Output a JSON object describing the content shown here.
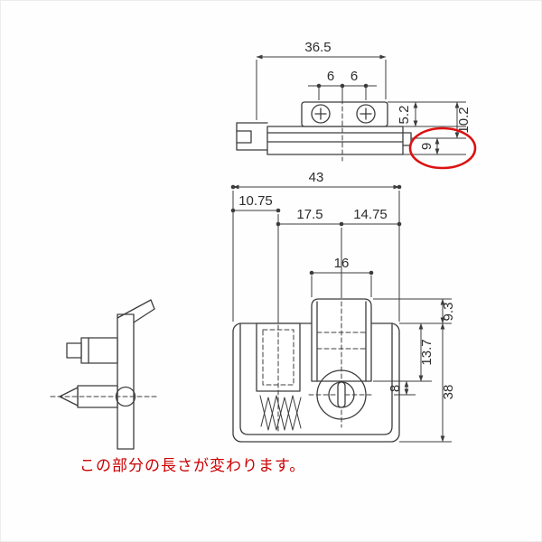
{
  "drawing": {
    "dims": {
      "top_width": "36.5",
      "post_left": "6",
      "post_right": "6",
      "side_a": "5.2",
      "side_b": "10.2",
      "side_c": "9",
      "body_width": "43",
      "offset_left": "10.75",
      "offset_mid": "17.5",
      "offset_right": "14.75",
      "latch_width": "16",
      "front_a": "9.3",
      "front_b": "13.7",
      "front_c": "8",
      "front_height": "38"
    },
    "note": {
      "text": "この部分の長さが変わります。",
      "color": "#cc0000"
    },
    "highlight": {
      "shape": "ellipse",
      "color": "#dd1111"
    },
    "line_color": "#3c3c3c"
  }
}
